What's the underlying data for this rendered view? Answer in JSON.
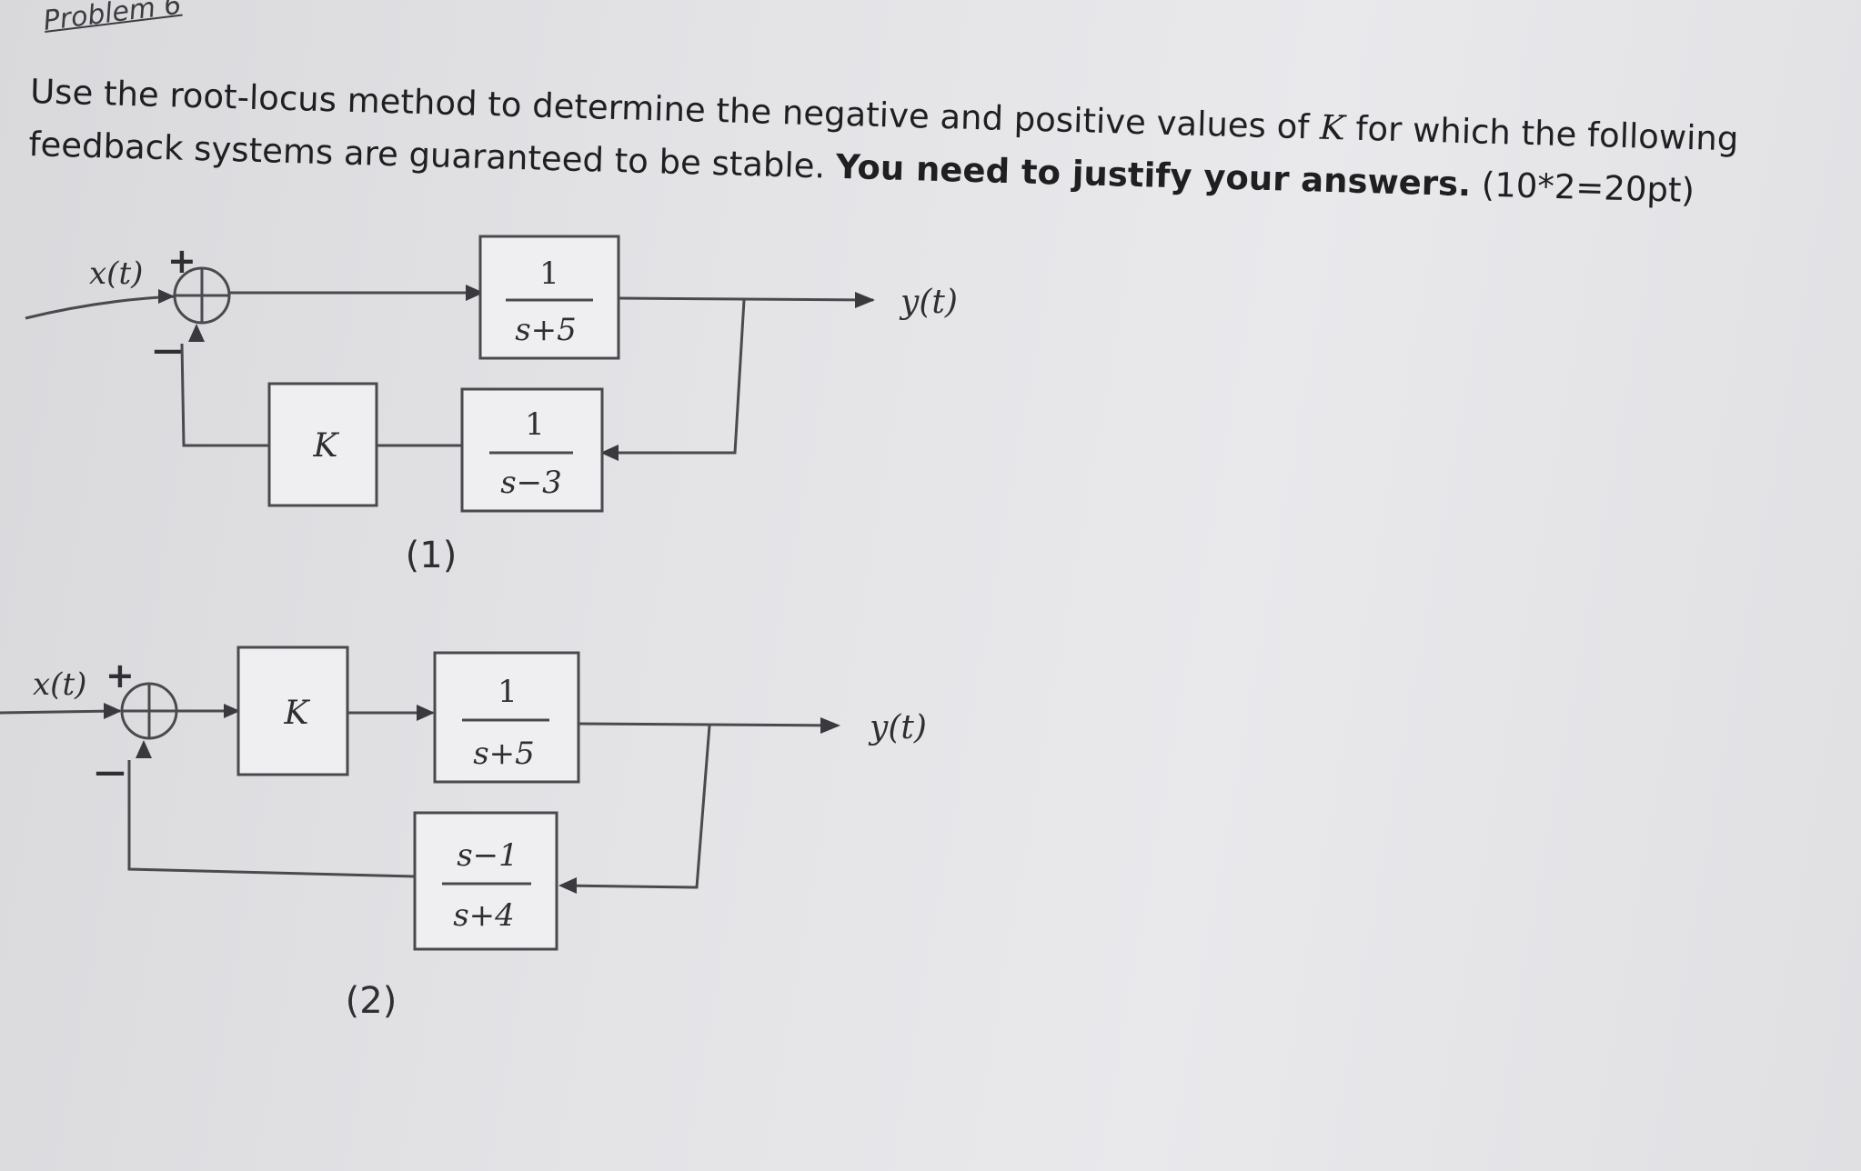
{
  "header": {
    "problem_label": "Problem 6"
  },
  "instructions": {
    "line1_a": "Use the root-locus method to determine the negative and positive values of ",
    "line1_var": "K",
    "line1_b": " for which the following",
    "line2_a": "feedback systems are guaranteed to be stable. ",
    "line2_bold": "You need to justify your answers.",
    "line2_points": " (10*2=20pt)"
  },
  "diagram1": {
    "caption": "(1)",
    "input": "x(t)",
    "output": "y(t)",
    "plus": "+",
    "minus": "—",
    "forward_block": {
      "num": "1",
      "den": "s+5"
    },
    "gain_block": "K",
    "feedback_block": {
      "num": "1",
      "den": "s−3"
    }
  },
  "diagram2": {
    "caption": "(2)",
    "input": "x(t)",
    "output": "y(t)",
    "plus": "+",
    "minus": "—",
    "gain_block": "K",
    "forward_block": {
      "num": "1",
      "den": "s+5"
    },
    "feedback_block": {
      "num": "s−1",
      "den": "s+4"
    }
  }
}
